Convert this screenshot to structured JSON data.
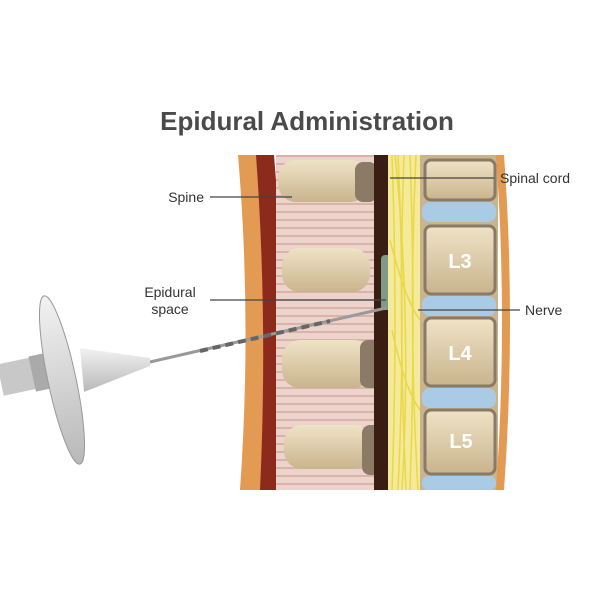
{
  "title": "Epidural Administration",
  "labels": {
    "spine": "Spine",
    "spinal_cord": "Spinal cord",
    "epidural_line1": "Epidural",
    "epidural_line2": "space",
    "nerve": "Nerve"
  },
  "vertebrae": [
    "L3",
    "L4",
    "L5"
  ],
  "colors": {
    "bone": "#d8c9a8",
    "disc": "#a9cbe6",
    "nerve": "#e8d84a",
    "skin": "#e39a52",
    "muscle": "#8c2a1c"
  }
}
